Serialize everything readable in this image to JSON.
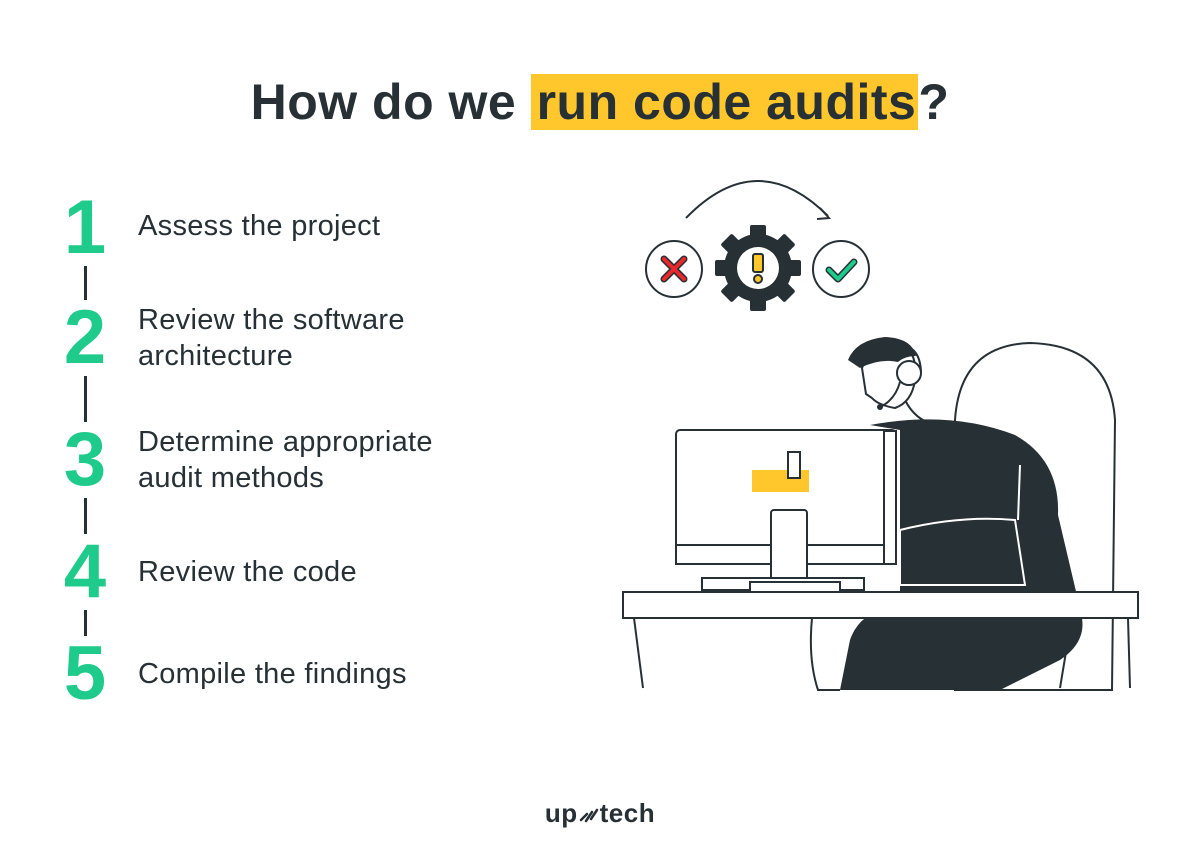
{
  "title": {
    "prefix": "How do we ",
    "highlight": "run code audits",
    "suffix": "?"
  },
  "steps": [
    {
      "number": "1",
      "label": "Assess the project"
    },
    {
      "number": "2",
      "label": "Review the software architecture",
      "line1": "Review the software",
      "line2": "architecture"
    },
    {
      "number": "3",
      "label": "Determine appropriate audit methods",
      "line1": "Determine appropriate",
      "line2": "audit methods"
    },
    {
      "number": "4",
      "label": "Review the code"
    },
    {
      "number": "5",
      "label": "Compile the findings"
    }
  ],
  "logo": {
    "left": "up",
    "right": "tech"
  },
  "colors": {
    "accent_green": "#1ECB8A",
    "highlight_yellow": "#FFC72C",
    "dark": "#263035",
    "error_red": "#E8282B",
    "ok_green": "#1ECB8A"
  },
  "icons": [
    "x-mark-icon",
    "gear-warning-icon",
    "check-mark-icon",
    "curved-arrow-icon"
  ]
}
